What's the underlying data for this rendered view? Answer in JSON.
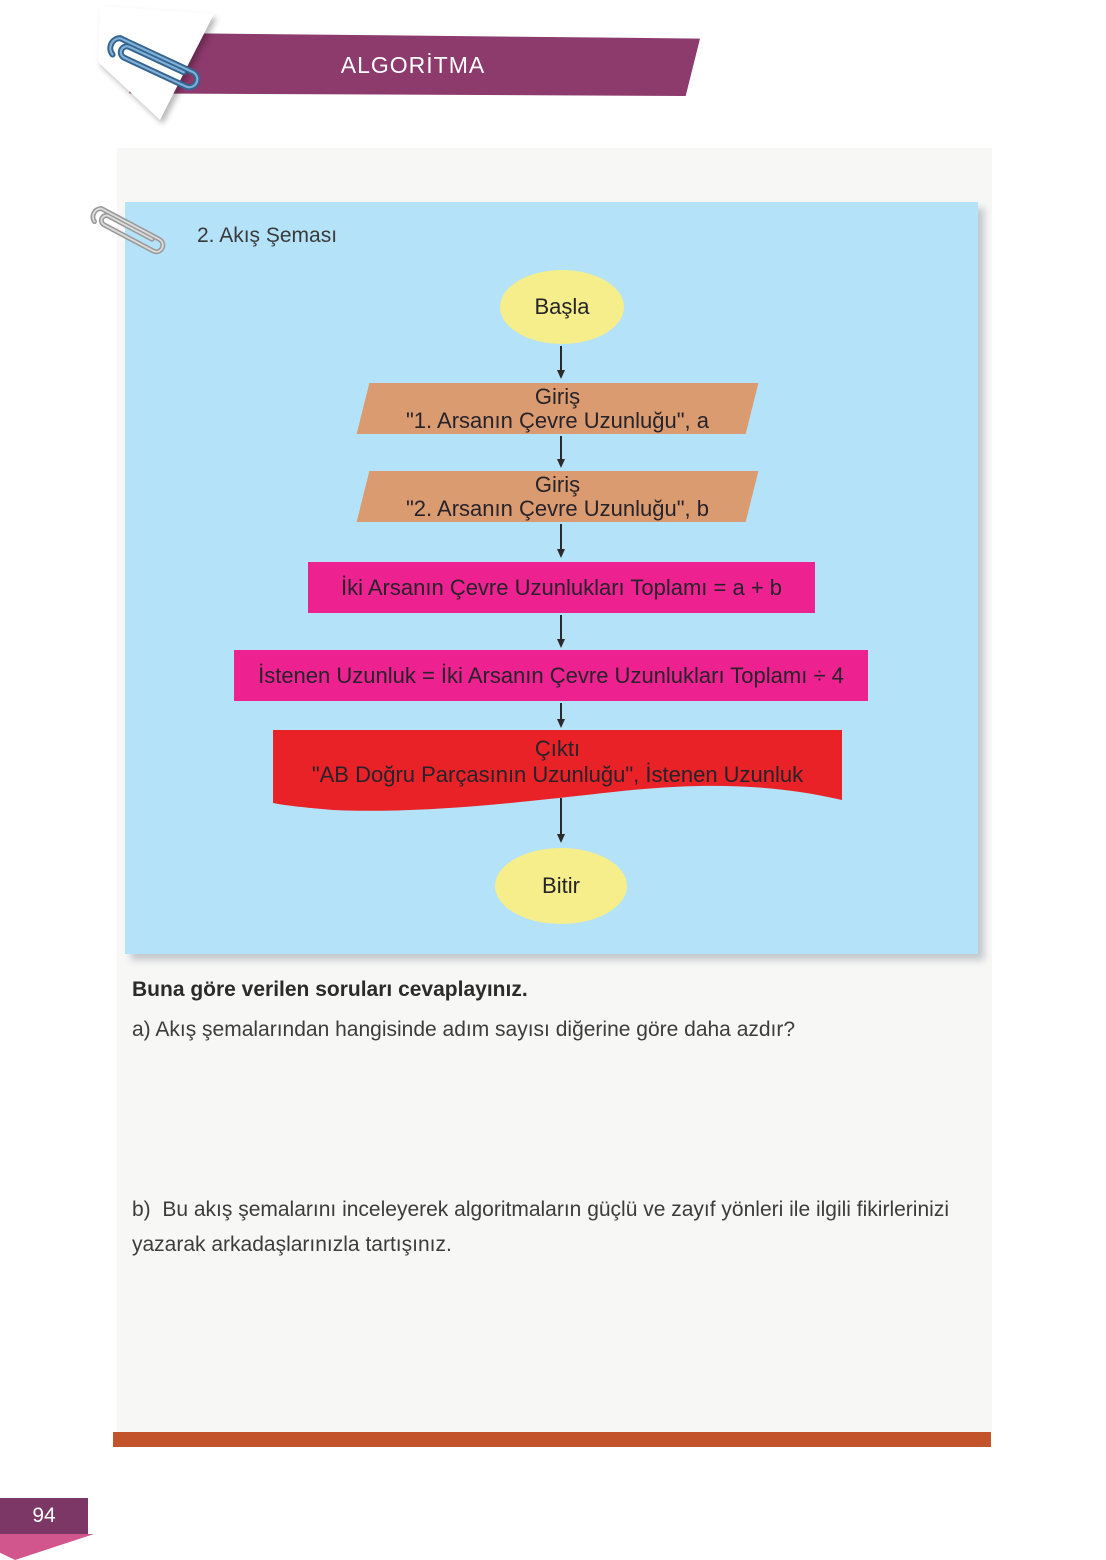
{
  "header": {
    "title": "ALGORİTMA"
  },
  "flowchart_panel": {
    "title": "2. Akış Şeması",
    "nodes": [
      {
        "type": "terminator",
        "label": "Başla"
      },
      {
        "type": "io",
        "line1": "Giriş",
        "line2": "\"1. Arsanın Çevre Uzunluğu\", a"
      },
      {
        "type": "io",
        "line1": "Giriş",
        "line2": "\"2. Arsanın Çevre Uzunluğu\", b"
      },
      {
        "type": "process",
        "label": "İki Arsanın Çevre Uzunlukları Toplamı = a + b"
      },
      {
        "type": "process",
        "label": "İstenen Uzunluk = İki Arsanın Çevre Uzunlukları Toplamı ÷ 4"
      },
      {
        "type": "output",
        "line1": "Çıktı",
        "line2": "\"AB Doğru Parçasının Uzunluğu\", İstenen Uzunluk"
      },
      {
        "type": "terminator",
        "label": "Bitir"
      }
    ]
  },
  "questions": {
    "intro": "Buna göre verilen soruları cevaplayınız.",
    "a": "a) Akış şemalarından hangisinde adım sayısı diğerine göre daha azdır?",
    "b_line1": "b)  Bu akış şemalarını inceleyerek algoritmaların güçlü ve zayıf yönleri ile ilgili fikirlerinizi",
    "b_line2": "yazarak arkadaşlarınızla tartışınız."
  },
  "footer": {
    "page_number": "94"
  },
  "colors": {
    "banner_purple": "#8d3a6c",
    "panel_blue": "#b4e2f8",
    "terminator_yellow": "#f5ee8b",
    "io_tan": "#db9b71",
    "process_magenta": "#ee2190",
    "output_red": "#e92227",
    "bottom_bar_orange": "#c2532b",
    "page_box_purple": "#7c3766",
    "page_fold_pink": "#d1568e",
    "sheet_gray": "#f7f7f6"
  },
  "icons": {
    "paperclip_top": "paperclip-icon",
    "paperclip_panel": "paperclip-icon"
  }
}
